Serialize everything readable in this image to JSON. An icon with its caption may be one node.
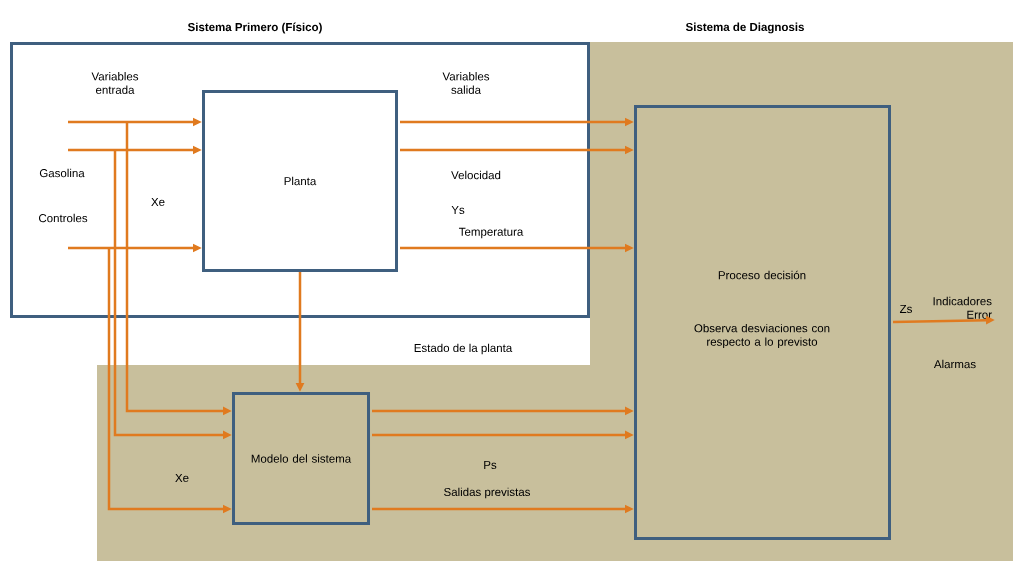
{
  "diagram": {
    "nodes": [
      {
        "text": [
          "Sistema Primero (Físico)"
        ]
      },
      {
        "text": [
          "Planta"
        ],
        "in": 0
      },
      {
        "text": [
          "Sistema de Diagnosis"
        ]
      },
      {
        "text": [
          "Modelo del sistema"
        ],
        "in": 2
      },
      {
        "text": [
          "Proceso decisión",
          "Observa desviaciones con respecto a lo previsto"
        ],
        "in": 2
      },
      {
        "text": [
          "Indicadores Error"
        ],
        "in": 2
      }
    ],
    "edges": [
      {
        "from": null,
        "to": 1,
        "arrow": "to"
      },
      {
        "from": null,
        "to": 1,
        "arrow": "to"
      },
      {
        "from": null,
        "to": 1,
        "arrow": "to"
      },
      {
        "from": null,
        "to": 3,
        "arrow": "to"
      },
      {
        "from": null,
        "to": 3,
        "arrow": "to"
      },
      {
        "from": null,
        "to": 3,
        "arrow": "to"
      },
      {
        "from": 1,
        "to": 4,
        "arrow": "to"
      },
      {
        "from": 1,
        "to": 4,
        "arrow": "to"
      },
      {
        "from": 1,
        "to": 4,
        "arrow": "to"
      },
      {
        "from": 1,
        "to": 3,
        "arrow": "to"
      },
      {
        "from": 3,
        "to": 4,
        "arrow": "to"
      },
      {
        "from": 3,
        "to": 4,
        "arrow": "to"
      },
      {
        "from": 3,
        "to": 4,
        "arrow": "to"
      },
      {
        "from": 4,
        "to": 5,
        "arrow": "to"
      }
    ],
    "labels": [
      "Variables entrada",
      "Variables salida",
      "Gasolina",
      "Velocidad",
      "Xe",
      "Controles",
      "Ys",
      "Temperatura",
      "Estado de la planta",
      "Xe",
      "Ps",
      "Salidas previstas",
      "Zs",
      "Alarmas"
    ]
  }
}
